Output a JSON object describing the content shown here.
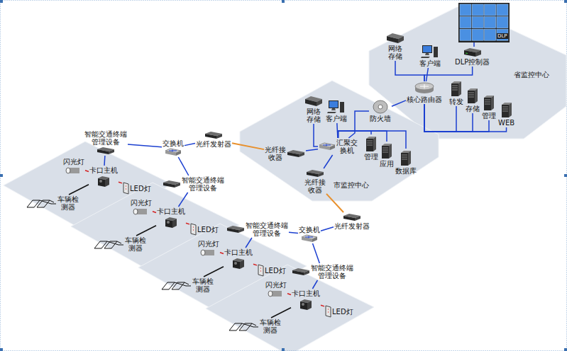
{
  "diagram": {
    "nodes": [
      {
        "text": [
          "省监控中心"
        ]
      },
      {
        "text": [
          "网络存储"
        ],
        "in": 0
      },
      {
        "text": [
          "客户端"
        ],
        "in": 0
      },
      {
        "text": [
          "DLP控制器"
        ],
        "in": 0
      },
      {
        "text": [
          "转发"
        ],
        "in": 0
      },
      {
        "text": [
          "存储"
        ],
        "in": 0
      },
      {
        "text": [
          "管理"
        ],
        "in": 0
      },
      {
        "text": [
          "WEB"
        ],
        "in": 0
      },
      {
        "text": [
          "核心路由器"
        ],
        "in": 0
      },
      {
        "text": [
          "防火墙"
        ]
      },
      {
        "text": [
          "市监控中心"
        ]
      },
      {
        "text": [
          "网络存储"
        ],
        "in": 10
      },
      {
        "text": [
          "客户端"
        ],
        "in": 10
      },
      {
        "text": [
          "管理"
        ],
        "in": 10
      },
      {
        "text": [
          "应用"
        ],
        "in": 10
      },
      {
        "text": [
          "数据库"
        ],
        "in": 10
      },
      {
        "text": [
          "汇聚交换机"
        ],
        "in": 10
      },
      {
        "text": [
          "光纤接收器"
        ],
        "in": 10
      },
      {
        "text": [
          "光纤接收器"
        ],
        "in": 10
      },
      {
        "text": [
          "智能交通终端管理设备"
        ]
      },
      {
        "text": [
          "交换机"
        ]
      },
      {
        "text": [
          "光纤发射器"
        ]
      },
      {
        "text": [
          "闪光灯"
        ]
      },
      {
        "text": [
          "卡口主机"
        ]
      },
      {
        "text": [
          "LED灯"
        ]
      },
      {
        "text": [
          "车辆检测器"
        ]
      },
      {
        "text": [
          "智能交通终端管理设备"
        ]
      },
      {
        "text": [
          "闪光灯"
        ]
      },
      {
        "text": [
          "卡口主机"
        ]
      },
      {
        "text": [
          "LED灯"
        ]
      },
      {
        "text": [
          "车辆检测器"
        ]
      },
      {
        "text": [
          "智能交通终端管理设备"
        ]
      },
      {
        "text": [
          "交换机"
        ]
      },
      {
        "text": [
          "光纤发射器"
        ]
      },
      {
        "text": [
          "闪光灯"
        ]
      },
      {
        "text": [
          "卡口主机"
        ]
      },
      {
        "text": [
          "LED灯"
        ]
      },
      {
        "text": [
          "车辆检测器"
        ]
      },
      {
        "text": [
          "智能交通终端管理设备"
        ]
      },
      {
        "text": [
          "闪光灯"
        ]
      },
      {
        "text": [
          "卡口主机"
        ]
      },
      {
        "text": [
          "LED灯"
        ]
      },
      {
        "text": [
          "车辆检测器"
        ]
      }
    ],
    "edges": [
      {
        "from": 1,
        "to": 8,
        "arrow": "none"
      },
      {
        "from": 2,
        "to": 8,
        "arrow": "none"
      },
      {
        "from": 3,
        "to": 8,
        "arrow": "none"
      },
      {
        "from": 4,
        "to": 8,
        "arrow": "none"
      },
      {
        "from": 5,
        "to": 8,
        "arrow": "none"
      },
      {
        "from": 6,
        "to": 8,
        "arrow": "none"
      },
      {
        "from": 7,
        "to": 8,
        "arrow": "none"
      },
      {
        "from": 8,
        "to": 9,
        "arrow": "none"
      },
      {
        "from": 9,
        "to": 16,
        "arrow": "none"
      },
      {
        "from": 11,
        "to": 16,
        "arrow": "none"
      },
      {
        "from": 12,
        "to": 16,
        "arrow": "none"
      },
      {
        "from": 13,
        "to": 16,
        "arrow": "none"
      },
      {
        "from": 14,
        "to": 16,
        "arrow": "none"
      },
      {
        "from": 15,
        "to": 16,
        "arrow": "none"
      },
      {
        "from": 17,
        "to": 16,
        "arrow": "none"
      },
      {
        "from": 18,
        "to": 16,
        "arrow": "none"
      },
      {
        "from": 21,
        "to": 17,
        "arrow": "none"
      },
      {
        "from": 33,
        "to": 18,
        "arrow": "none"
      },
      {
        "from": 19,
        "to": 20,
        "arrow": "none"
      },
      {
        "from": 20,
        "to": 21,
        "arrow": "none"
      },
      {
        "from": 26,
        "to": 20,
        "arrow": "none"
      },
      {
        "from": 19,
        "to": 23,
        "arrow": "none"
      },
      {
        "from": 23,
        "to": 22,
        "arrow": "none"
      },
      {
        "from": 23,
        "to": 24,
        "arrow": "none"
      },
      {
        "from": 25,
        "to": 23,
        "arrow": "none"
      },
      {
        "from": 26,
        "to": 28,
        "arrow": "none"
      },
      {
        "from": 28,
        "to": 27,
        "arrow": "none"
      },
      {
        "from": 28,
        "to": 29,
        "arrow": "none"
      },
      {
        "from": 30,
        "to": 28,
        "arrow": "none"
      },
      {
        "from": 31,
        "to": 32,
        "arrow": "none"
      },
      {
        "from": 32,
        "to": 33,
        "arrow": "none"
      },
      {
        "from": 38,
        "to": 32,
        "arrow": "none"
      },
      {
        "from": 31,
        "to": 35,
        "arrow": "none"
      },
      {
        "from": 35,
        "to": 34,
        "arrow": "none"
      },
      {
        "from": 35,
        "to": 36,
        "arrow": "none"
      },
      {
        "from": 37,
        "to": 35,
        "arrow": "none"
      },
      {
        "from": 38,
        "to": 40,
        "arrow": "none"
      },
      {
        "from": 40,
        "to": 39,
        "arrow": "none"
      },
      {
        "from": 40,
        "to": 41,
        "arrow": "none"
      },
      {
        "from": 42,
        "to": 40,
        "arrow": "none"
      }
    ],
    "labels": [
      "DLP"
    ]
  }
}
